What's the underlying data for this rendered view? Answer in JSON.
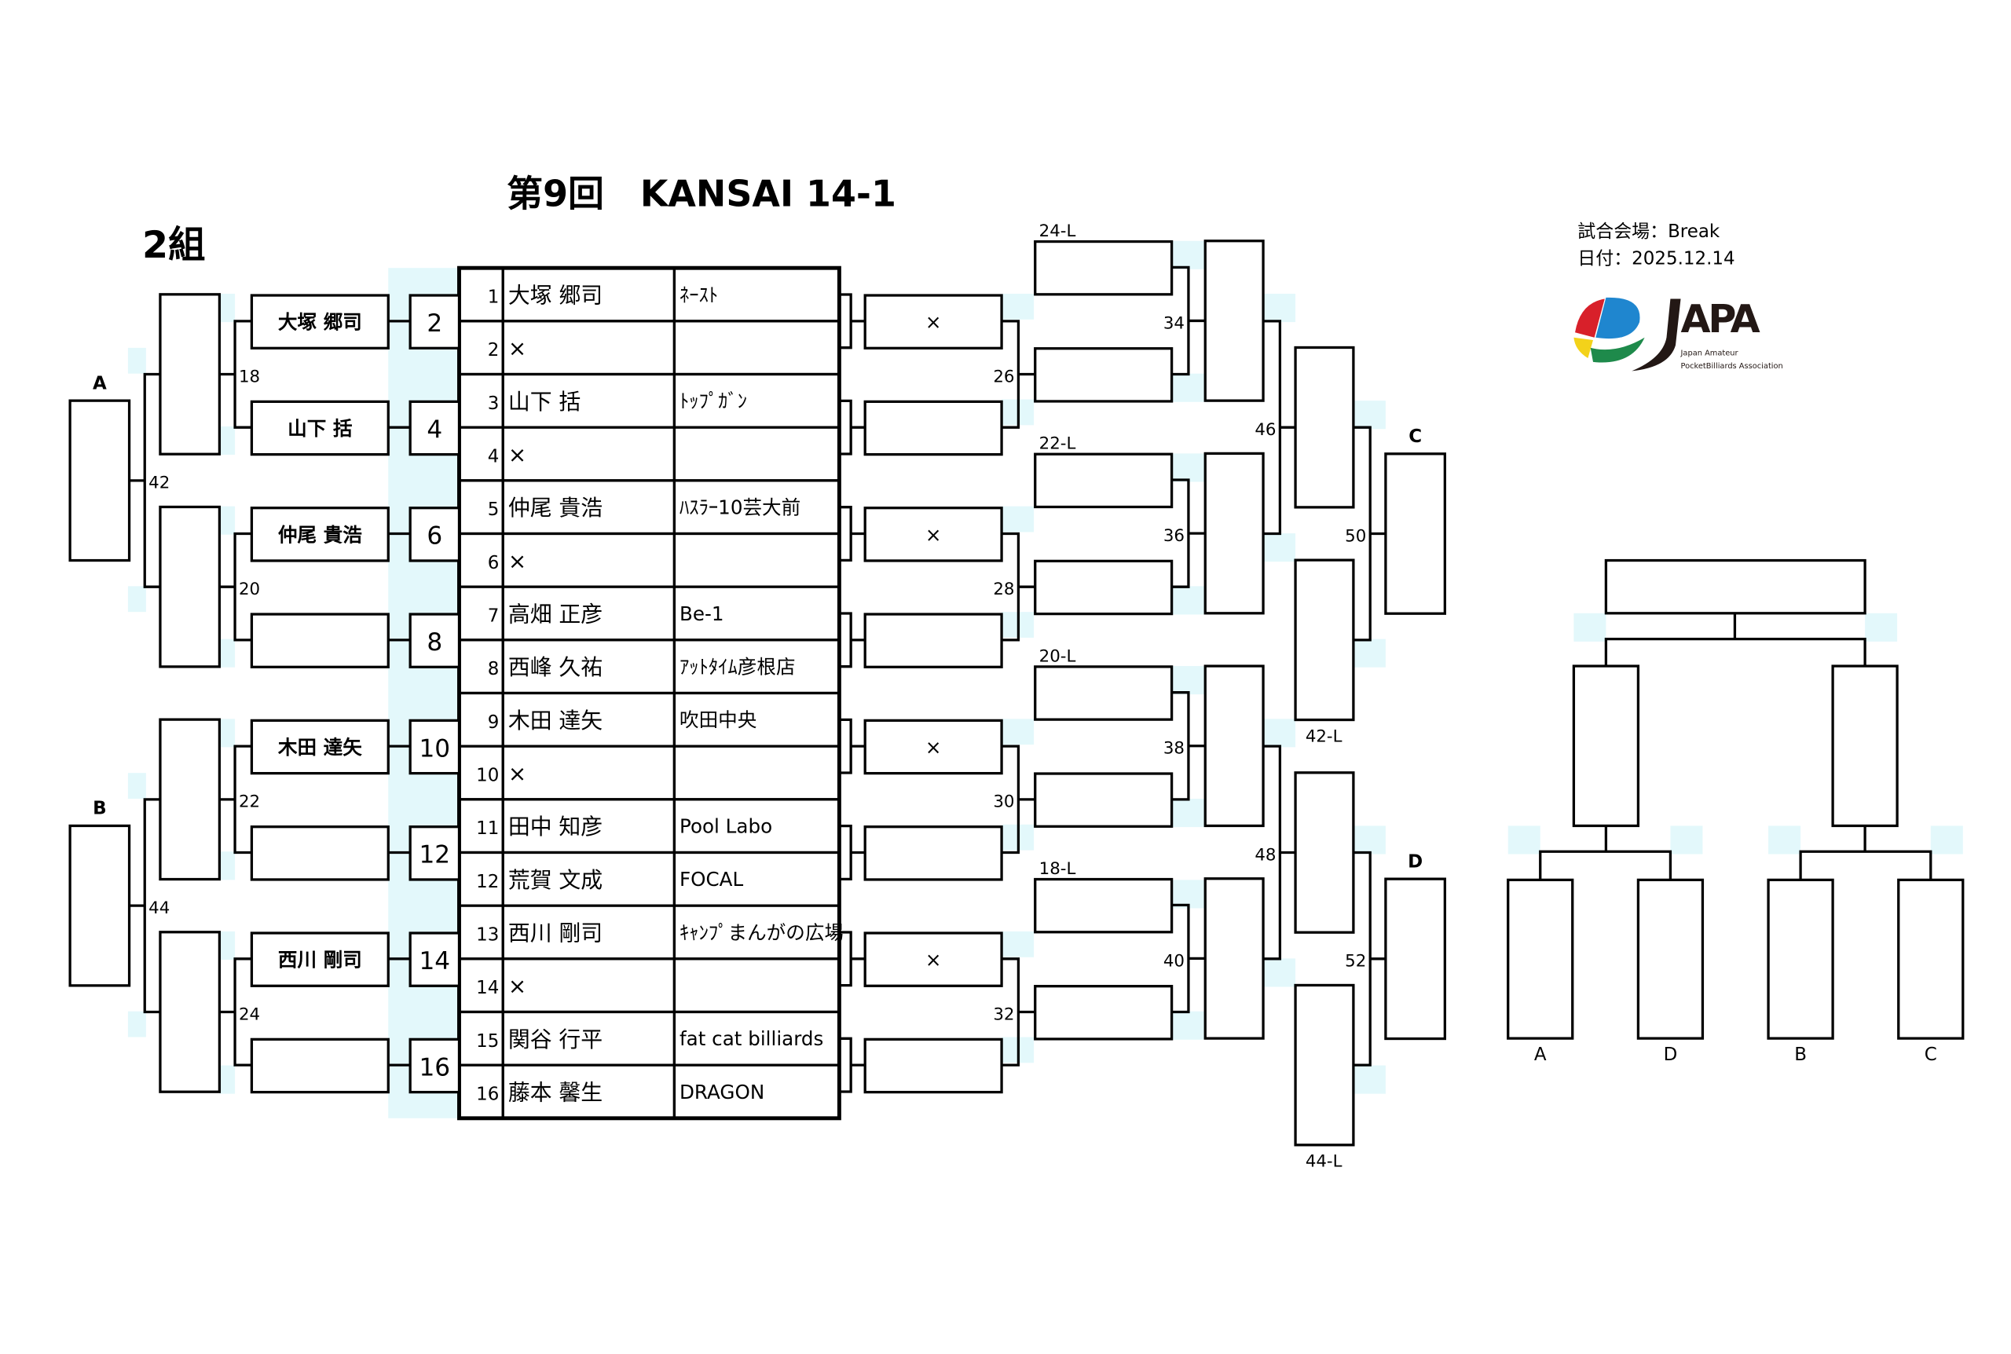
{
  "header": {
    "title": "第9回　KANSAI 14-1",
    "group": "2組"
  },
  "info": {
    "venue": "試合会場：Break",
    "date": "日付：2025.12.14"
  },
  "logo": {
    "text": "JAPA",
    "subtitle_1": "Japan Amateur",
    "subtitle_2": "PocketBilliards Association"
  },
  "players": [
    {
      "seed": "1",
      "name": "大塚 郷司",
      "club": "ﾈｰｽﾄ"
    },
    {
      "seed": "2",
      "name": "×",
      "club": ""
    },
    {
      "seed": "3",
      "name": "山下 括",
      "club": "ﾄｯﾌﾟｶﾞﾝ"
    },
    {
      "seed": "4",
      "name": "×",
      "club": ""
    },
    {
      "seed": "5",
      "name": "仲尾 貴浩",
      "club": "ﾊｽﾗｰ10芸大前"
    },
    {
      "seed": "6",
      "name": "×",
      "club": ""
    },
    {
      "seed": "7",
      "name": "高畑 正彦",
      "club": "Be-1"
    },
    {
      "seed": "8",
      "name": "西峰 久祐",
      "club": "ｱｯﾄﾀｲﾑ彦根店"
    },
    {
      "seed": "9",
      "name": "木田 達矢",
      "club": "吹田中央"
    },
    {
      "seed": "10",
      "name": "×",
      "club": ""
    },
    {
      "seed": "11",
      "name": "田中 知彦",
      "club": "Pool Labo"
    },
    {
      "seed": "12",
      "name": "荒賀 文成",
      "club": "FOCAL"
    },
    {
      "seed": "13",
      "name": "西川 剛司",
      "club": "ｷｬﾝﾌﾟまんがの広場"
    },
    {
      "seed": "14",
      "name": "×",
      "club": ""
    },
    {
      "seed": "15",
      "name": "関谷 行平",
      "club": "fat cat billiards"
    },
    {
      "seed": "16",
      "name": "藤本 馨生",
      "club": "DRAGON"
    }
  ],
  "winners_r1": [
    {
      "match": "2",
      "winner": "大塚 郷司"
    },
    {
      "match": "4",
      "winner": "山下 括"
    },
    {
      "match": "6",
      "winner": "仲尾 貴浩"
    },
    {
      "match": "8",
      "winner": ""
    },
    {
      "match": "10",
      "winner": "木田 達矢"
    },
    {
      "match": "12",
      "winner": ""
    },
    {
      "match": "14",
      "winner": "西川 剛司"
    },
    {
      "match": "16",
      "winner": ""
    }
  ],
  "winners_r2_matches": [
    "18",
    "20",
    "22",
    "24"
  ],
  "winners_r3_matches": [
    "42",
    "44"
  ],
  "winners_final_labels": [
    "A",
    "B"
  ],
  "losers_r1_boxes": [
    "×",
    "",
    "×",
    "",
    "×",
    "",
    "×",
    ""
  ],
  "losers_groups": [
    {
      "drop": "24-L",
      "match": "26",
      "next": "34"
    },
    {
      "drop": "22-L",
      "match": "28",
      "next": "36"
    },
    {
      "drop": "20-L",
      "match": "30",
      "next": "38"
    },
    {
      "drop": "18-L",
      "match": "32",
      "next": "40"
    }
  ],
  "losers_late": [
    {
      "match": "46",
      "drop": "42-L",
      "next": "50",
      "label": "C"
    },
    {
      "match": "48",
      "drop": "44-L",
      "next": "52",
      "label": "D"
    }
  ],
  "final_labels": [
    "A",
    "D",
    "B",
    "C"
  ]
}
